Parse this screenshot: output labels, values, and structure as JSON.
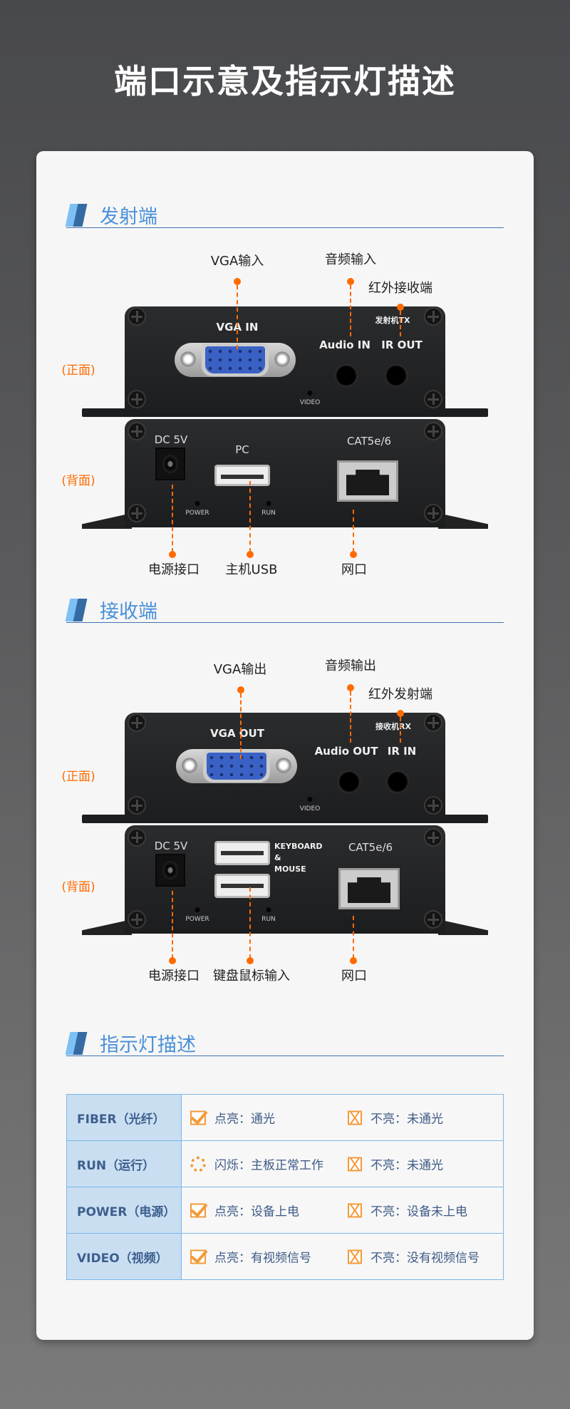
{
  "title": "端口示意及指示灯描述",
  "accent": "#ff6a00",
  "sections": {
    "tx": "发射端",
    "rx": "接收端",
    "led": "指示灯描述"
  },
  "tx": {
    "callouts": {
      "vga": "VGA输入",
      "audio": "音频输入",
      "ir": "红外接收端",
      "power": "电源接口",
      "usb": "主机USB",
      "net": "网口"
    },
    "front_label": "(正面)",
    "back_label": "(背面)",
    "panel": {
      "vga": "VGA  IN",
      "audio": "Audio IN",
      "ir": "IR OUT",
      "model": "发射机TX",
      "video": "VIDEO",
      "dc": "DC 5V",
      "pc": "PC",
      "power": "POWER",
      "run": "RUN",
      "cat": "CAT5e/6"
    }
  },
  "rx": {
    "callouts": {
      "vga": "VGA输出",
      "audio": "音频输出",
      "ir": "红外发射端",
      "power": "电源接口",
      "usb": "键盘鼠标输入",
      "net": "网口"
    },
    "front_label": "(正面)",
    "back_label": "(背面)",
    "panel": {
      "vga": "VGA  OUT",
      "audio": "Audio OUT",
      "ir": "IR IN",
      "model": "接收机RX",
      "video": "VIDEO",
      "dc": "DC 5V",
      "kb1": "KEYBOARD",
      "kb2": "&",
      "kb3": "MOUSE",
      "power": "POWER",
      "run": "RUN",
      "cat": "CAT5e/6"
    }
  },
  "leds": [
    {
      "name": "FIBER（光纤）",
      "on_icon": "check-icon",
      "on": "点亮：通光",
      "off": "不亮：未通光"
    },
    {
      "name": "RUN（运行）",
      "on_icon": "blink-icon",
      "on": "闪烁：主板正常工作",
      "off": "不亮：未通光"
    },
    {
      "name": "POWER（电源）",
      "on_icon": "check-icon",
      "on": "点亮：设备上电",
      "off": "不亮：设备未上电"
    },
    {
      "name": "VIDEO（视频）",
      "on_icon": "check-icon",
      "on": "点亮：有视频信号",
      "off": "不亮：没有视频信号"
    }
  ]
}
